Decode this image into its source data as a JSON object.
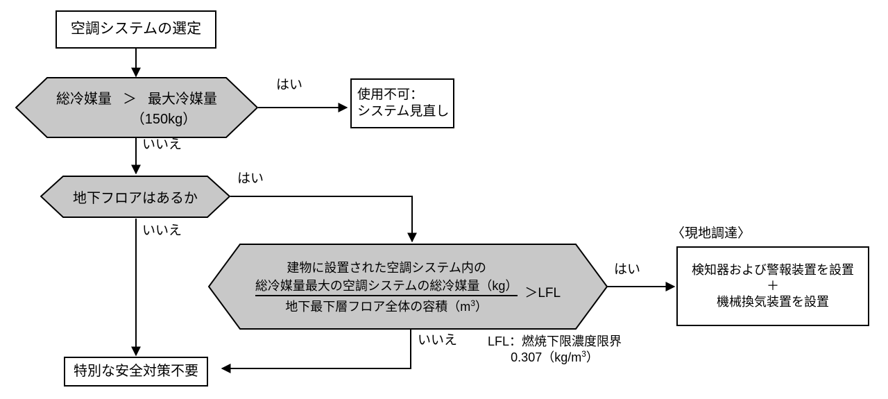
{
  "diagram": {
    "title_text": "空調システムの選定",
    "colors": {
      "hexagon_fill": "#c8c8c8",
      "stroke": "#000000",
      "box_fill": "#ffffff"
    },
    "nodes": {
      "start": {
        "label": "空調システムの選定"
      },
      "decision_total_charge": {
        "line1_a": "総冷媒量",
        "line1_op": "＞",
        "line1_b": "最大冷媒量",
        "line2": "（150kg）"
      },
      "result_unusable": {
        "line1": "使用不可：",
        "line2": "システム見直し"
      },
      "decision_basement": {
        "label": "地下フロアはあるか"
      },
      "decision_concentration": {
        "numerator_line1": "建物に設置された空調システム内の",
        "numerator_line2": "総冷媒量最大の空調システムの総冷媒量（kg）",
        "denominator": "地下最下層フロア全体の容積（m",
        "denominator_sup": "3",
        "denominator_tail": "）",
        "comparison": "＞LFL"
      },
      "result_countermeasures": {
        "caption": "〈現地調達〉",
        "line1": "検知器および警報装置を設置",
        "line2": "＋",
        "line3": "機械換気装置を設置"
      },
      "result_no_measures": {
        "label": "特別な安全対策不要"
      }
    },
    "edge_labels": {
      "charge_yes": "はい",
      "charge_no": "いいえ",
      "basement_yes": "はい",
      "basement_no": "いいえ",
      "concentration_yes": "はい",
      "concentration_no": "いいえ"
    },
    "notes": {
      "lfl_definition": "LFL：燃焼下限濃度限界",
      "lfl_value": "0.307（kg/m",
      "lfl_value_sup": "3",
      "lfl_value_tail": "）"
    }
  }
}
